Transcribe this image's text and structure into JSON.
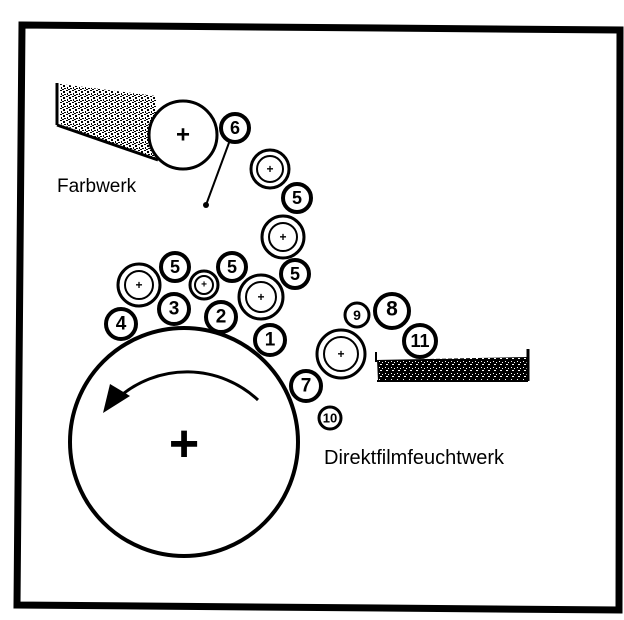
{
  "diagram": {
    "labels": {
      "inking_unit": "Farbwerk",
      "dampening_unit": "Direktfilmfeuchtwerk"
    },
    "roller_numbers": {
      "r1": "1",
      "r2": "2",
      "r3": "3",
      "r4": "4",
      "r5a": "5",
      "r5b": "5",
      "r5c": "5",
      "r5d": "5",
      "r6": "6",
      "r7": "7",
      "r8": "8",
      "r9": "9",
      "r10": "10",
      "r11": "11"
    },
    "center_mark": "+",
    "colors": {
      "ink": "#000000",
      "background": "#ffffff"
    }
  }
}
